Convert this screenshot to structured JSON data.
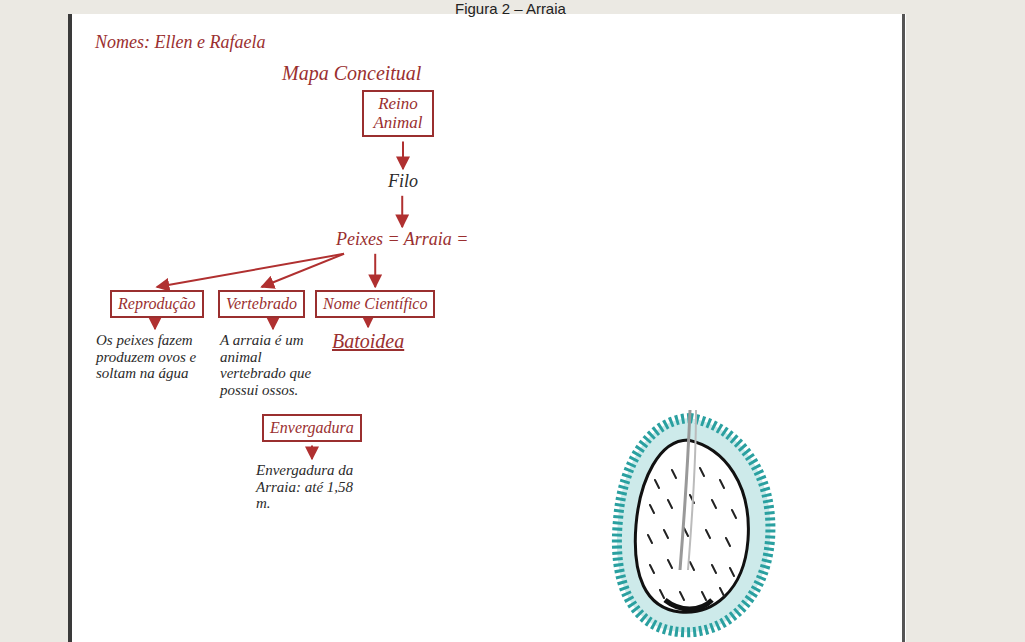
{
  "diagram": {
    "title": "Figura 2 – Arraia",
    "nodes": [
      {
        "text": [
          "Reino Animal"
        ]
      },
      {
        "text": [
          "Filo"
        ]
      },
      {
        "text": [
          "Peixes = Arraia ="
        ]
      },
      {
        "text": [
          "Reprodução"
        ]
      },
      {
        "text": [
          "Vertebrado"
        ]
      },
      {
        "text": [
          "Nome Científico"
        ]
      },
      {
        "text": [
          "Os peixes fazem produzem ovos e soltam na água"
        ]
      },
      {
        "text": [
          "A arraia é um animal vertebrado que possui ossos."
        ]
      },
      {
        "text": [
          "Batoidea"
        ]
      },
      {
        "text": [
          "Envergadura"
        ]
      },
      {
        "text": [
          "Envergadura da Arraia: até 1,58 m."
        ]
      }
    ],
    "edges": [
      {
        "from": 0,
        "to": 1,
        "arrow": "to"
      },
      {
        "from": 1,
        "to": 2,
        "arrow": "to"
      },
      {
        "from": 2,
        "to": 3,
        "arrow": "to"
      },
      {
        "from": 2,
        "to": 4,
        "arrow": "to"
      },
      {
        "from": 2,
        "to": 5,
        "arrow": "to"
      },
      {
        "from": 3,
        "to": 6,
        "arrow": "to"
      },
      {
        "from": 4,
        "to": 7,
        "arrow": "to"
      },
      {
        "from": 5,
        "to": 8,
        "arrow": "to"
      },
      {
        "from": 9,
        "to": 10,
        "arrow": "to"
      }
    ],
    "labels": [
      "Nomes: Ellen e Rafaela",
      "Mapa Conceitual"
    ]
  }
}
